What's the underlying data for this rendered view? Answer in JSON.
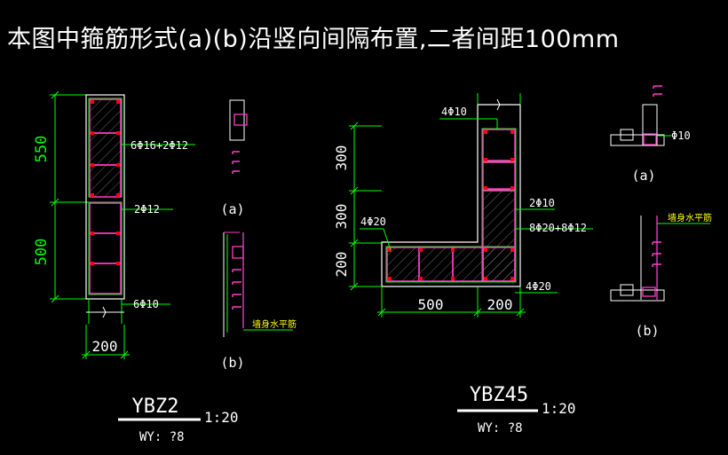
{
  "heading": "本图中箍筋形式(a)(b)沿竖向间隔布置,二者间距100mm",
  "left": {
    "dims": {
      "d550": "550",
      "d500": "500",
      "d200": "200"
    },
    "labels": {
      "bars": "6Φ16+2Φ12",
      "two12": "2Φ12",
      "stirrup": "6Φ10"
    },
    "title": "YBZ2",
    "scale": "1:20",
    "wy": "WY: ?8",
    "detail_a": "(a)",
    "detail_b": "(b)",
    "wall_bar": "墙身水平筋"
  },
  "right": {
    "dims": {
      "d300a": "300",
      "d300b": "300",
      "d200v": "200",
      "d500": "500",
      "d200h": "200"
    },
    "labels": {
      "top": "4Φ10",
      "two10": "2Φ10",
      "four20": "4Φ20",
      "bars": "8Φ20+8Φ12",
      "bottom": "4Φ20"
    },
    "title": "YBZ45",
    "scale": "1:20",
    "wy": "WY: ?8",
    "detail_a": "(a)",
    "detail_a_label": "Φ10",
    "detail_b": "(b)",
    "wall_bar": "墙身水平筋"
  },
  "colors": {
    "background": "#000000",
    "dim": "#00ff00",
    "outline": "#ffffff",
    "stirrup": "#ff3cc8",
    "bar": "#ff0000",
    "label": "#ffffff"
  }
}
